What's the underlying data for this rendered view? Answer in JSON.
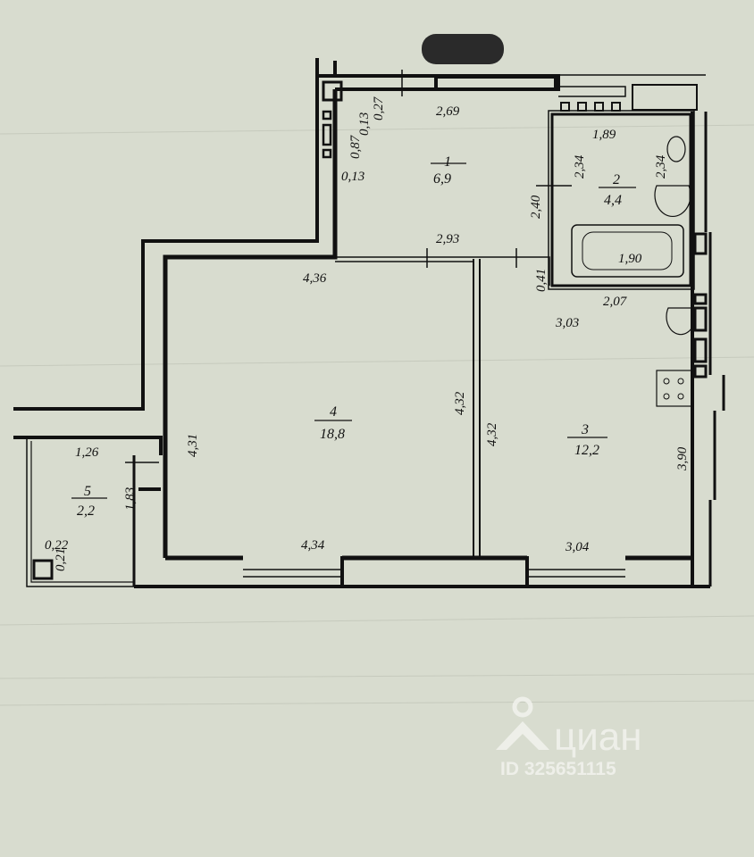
{
  "plan": {
    "rooms": [
      {
        "number": "1",
        "area": "6,9"
      },
      {
        "number": "2",
        "area": "4,4"
      },
      {
        "number": "3",
        "area": "12,2"
      },
      {
        "number": "4",
        "area": "18,8"
      },
      {
        "number": "5",
        "area": "2,2"
      }
    ],
    "dimensions": {
      "r1_top": "2,69",
      "r1_bottom": "2,93",
      "r1_right": "2,40",
      "r1_left_a": "0,13",
      "r1_left_b": "0,87",
      "r1_left_c": "0,13",
      "r1_corner": "0,27",
      "r2_top": "1,89",
      "r2_left": "2,34",
      "r2_right": "2,34",
      "bath": "1,90",
      "r3_top_a": "2,07",
      "r3_top_b": "3,03",
      "r3_left": "4,32",
      "r3_right": "3,90",
      "r3_bottom": "3,04",
      "r3_door": "0,41",
      "r4_top": "4,36",
      "r4_right": "4,32",
      "r4_left": "4,31",
      "r4_bottom": "4,34",
      "r5_top": "1,26",
      "r5_right": "1,83",
      "r5_col_w": "0,22",
      "r5_col_h": "0,21"
    }
  },
  "watermark": {
    "brand": "циан",
    "id": "ID 325651115"
  }
}
